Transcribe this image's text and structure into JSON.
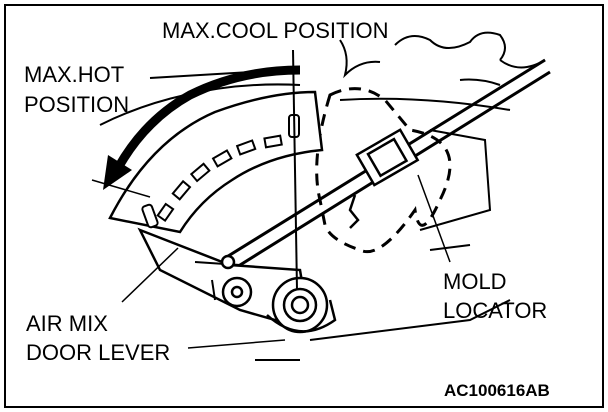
{
  "labels": {
    "max_cool": "MAX.COOL POSITION",
    "max_hot_line1": "MAX.HOT",
    "max_hot_line2": "POSITION",
    "air_mix_line1": "AIR MIX",
    "air_mix_line2": "DOOR LEVER",
    "mold_line1": "MOLD",
    "mold_line2": "LOCATOR",
    "figure_code": "AC100616AB"
  }
}
